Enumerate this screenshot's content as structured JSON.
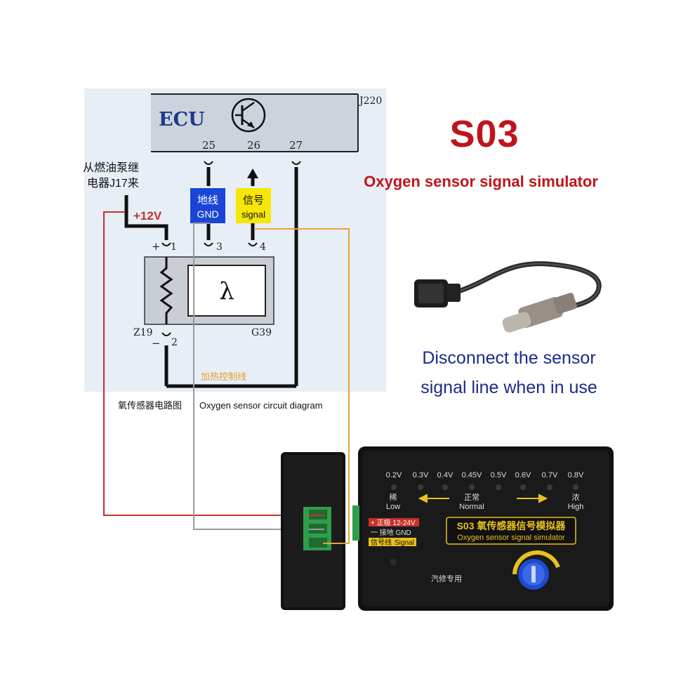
{
  "diagram": {
    "ecu_label": "ECU",
    "ecu_code": "J220",
    "pin_25": "25",
    "pin_26": "26",
    "pin_27": "27",
    "fuel_relay_line1": "从燃油泵继",
    "fuel_relay_line2": "电器J17来",
    "plus12v": "+12V",
    "gnd_cn": "地线",
    "gnd_en": "GND",
    "signal_cn": "信号",
    "signal_en": "signal",
    "sensor_pin_plus": "+",
    "sensor_pin_1": "1",
    "sensor_pin_3": "3",
    "sensor_pin_4": "4",
    "sensor_pin_minus": "−",
    "sensor_pin_2": "2",
    "lambda": "λ",
    "z19": "Z19",
    "g39": "G39",
    "heater_line": "加热控制线",
    "caption_cn": "氧传感器电路图",
    "caption_en": "Oxygen sensor circuit diagram"
  },
  "product": {
    "title": "S03",
    "subtitle": "Oxygen sensor signal simulator",
    "note_line1": "Disconnect the sensor",
    "note_line2": "signal line when in use"
  },
  "device": {
    "voltages": [
      "0.2V",
      "0.3V",
      "0.4V",
      "0.45V",
      "0.5V",
      "0.6V",
      "0.7V",
      "0.8V"
    ],
    "lean_cn": "稀",
    "lean_en": "Low",
    "normal_cn": "正常",
    "normal_en": "Normal",
    "rich_cn": "浓",
    "rich_en": "High",
    "term_plus": "+ 正极 12-24V",
    "term_gnd": "一 接地 GND",
    "term_signal_cn": "信号线",
    "term_signal_en": "Signal",
    "label_line1": "S03 氧传感器信号模拟器",
    "label_line2": "Oxygen sensor signal simulator",
    "footer": "汽修专用"
  },
  "colors": {
    "diagram_bg": "#e8eef6",
    "ecu_box": "#cdd3dc",
    "wire": "#111111",
    "red_wire": "#c8302a",
    "gray_wire": "#9a9a9a",
    "orange_wire": "#e8a23a",
    "gnd_badge": "#1a45d6",
    "signal_badge": "#f6e60a",
    "title_red": "#c0141c",
    "note_blue": "#1d2a88"
  }
}
